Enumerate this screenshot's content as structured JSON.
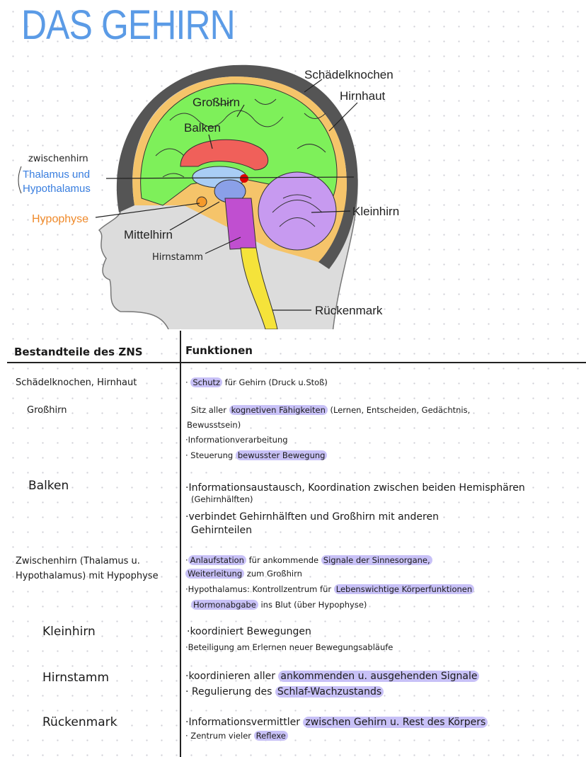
{
  "title": "DAS GEHIRN",
  "diagram": {
    "labels": {
      "skull": "Schädelknochen",
      "meninges": "Hirnhaut",
      "cerebrum": "Großhirn",
      "corpus_callosum": "Balken",
      "diencephalon": "zwischenhirn",
      "thalamus": "Thalamus und",
      "hypothalamus": "Hypothalamus",
      "pituitary": "Hypophyse",
      "midbrain": "Mittelhirn",
      "brainstem": "Hirnstamm",
      "cerebellum": "Kleinhirn",
      "spinal_cord": "Rückenmark"
    },
    "colors": {
      "cerebrum": "#7ef05a",
      "meninges": "#f5c46a",
      "skull": "#555555",
      "corpus_callosum": "#f0605a",
      "thalamus": "#a9cdf5",
      "cerebellum": "#c79af0",
      "brainstem": "#c04fd0",
      "spinal_cord": "#f5e33a",
      "pituitary": "#f59a2a",
      "head": "#dcdcdc",
      "blue_label": "#3a7fe0",
      "orange_label": "#f08a2a"
    }
  },
  "table": {
    "headers": [
      "Bestandteile des ZNS",
      "Funktionen"
    ],
    "rows": [
      {
        "part": [
          "Schädelknochen, Hirnhaut"
        ],
        "lines": [
          [
            [
              "· ",
              0
            ],
            [
              "Schutz",
              1
            ],
            [
              " für Gehirn  (Druck u.Stoß)",
              0
            ]
          ]
        ]
      },
      {
        "part": [
          "Großhirn"
        ],
        "lines": [
          [
            [
              "Sitz aller ",
              0
            ],
            [
              "kognetiven Fähigkeiten",
              1
            ],
            [
              " (Lernen, Entscheiden, Gedächtnis,",
              0
            ]
          ],
          [
            [
              "Bewusstsein)",
              0
            ]
          ],
          [
            [
              "·Informationverarbeitung",
              0
            ]
          ],
          [
            [
              "· Steuerung ",
              0
            ],
            [
              "bewusster Bewegung",
              1
            ]
          ]
        ]
      },
      {
        "part": [
          "Balken"
        ],
        "lines": [
          [
            [
              "·Informationsaustausch, Koordination zwischen beiden Hemisphären",
              0
            ]
          ],
          [
            [
              "(Gehirnhälften)",
              0
            ]
          ],
          [
            [
              "·verbindet Gehirnhälften und Großhirn mit anderen",
              0
            ]
          ],
          [
            [
              "Gehirnteilen",
              0
            ]
          ]
        ]
      },
      {
        "part": [
          "Zwischenhirn (Thalamus u.",
          "Hypothalamus) mit Hypophyse"
        ],
        "lines": [
          [
            [
              "·",
              0
            ],
            [
              "Anlaufstation",
              1
            ],
            [
              "  für ankommende ",
              0
            ],
            [
              "Signale der Sinnesorgane,",
              1
            ]
          ],
          [
            [
              "Weiterleitung",
              1
            ],
            [
              " zum Großhirn",
              0
            ]
          ],
          [
            [
              "·Hypothalamus: Kontrollzentrum für ",
              0
            ],
            [
              "Lebenswichtige Körperfunktionen",
              1
            ]
          ],
          [
            [
              "Hormonabgabe",
              1
            ],
            [
              " ins Blut (über Hypophyse)",
              0
            ]
          ]
        ]
      },
      {
        "part": [
          "Kleinhirn"
        ],
        "lines": [
          [
            [
              "·koordiniert Bewegungen",
              0
            ]
          ],
          [
            [
              "·Beteiligung am Erlernen neuer Bewegungsabläufe",
              0
            ]
          ]
        ]
      },
      {
        "part": [
          "Hirnstamm"
        ],
        "lines": [
          [
            [
              "·koordinieren aller ",
              0
            ],
            [
              "ankommenden u. ausgehenden Signale",
              1
            ]
          ],
          [
            [
              "· Regulierung des ",
              0
            ],
            [
              "Schlaf-Wachzustands",
              1
            ]
          ]
        ]
      },
      {
        "part": [
          "Rückenmark"
        ],
        "lines": [
          [
            [
              "·Informationsvermittler ",
              0
            ],
            [
              "zwischen Gehirn u. Rest des Körpers",
              1
            ]
          ],
          [
            [
              "· Zentrum vieler ",
              0
            ],
            [
              "Reflexe",
              1
            ]
          ]
        ]
      }
    ]
  }
}
